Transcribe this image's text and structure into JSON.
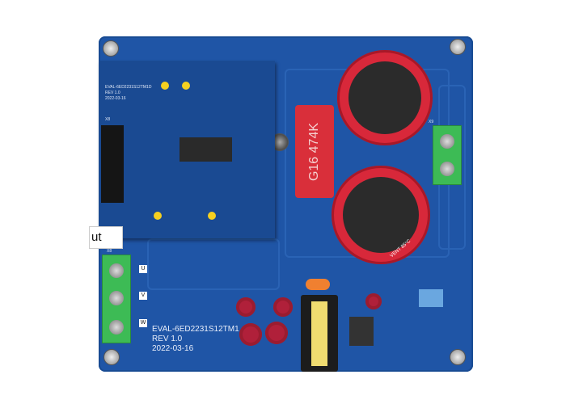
{
  "daughter_board": {
    "name": "EVAL-6ED2231S12TM1D",
    "rev": "REV 1.0",
    "date": "2022-03-16",
    "connector": "X8"
  },
  "main_board": {
    "name": "EVAL-6ED2231S12TM1",
    "rev": "REV 1.0",
    "date": "2022-03-16"
  },
  "film_capacitor": "G16 474K",
  "electrolytic_capacitor_marking": "VENT 85°C",
  "output_terminal": {
    "labels": [
      "U",
      "V",
      "W"
    ],
    "ref": "X8"
  },
  "input_terminal": {
    "ref": "X9"
  },
  "overlay_label": "ut"
}
